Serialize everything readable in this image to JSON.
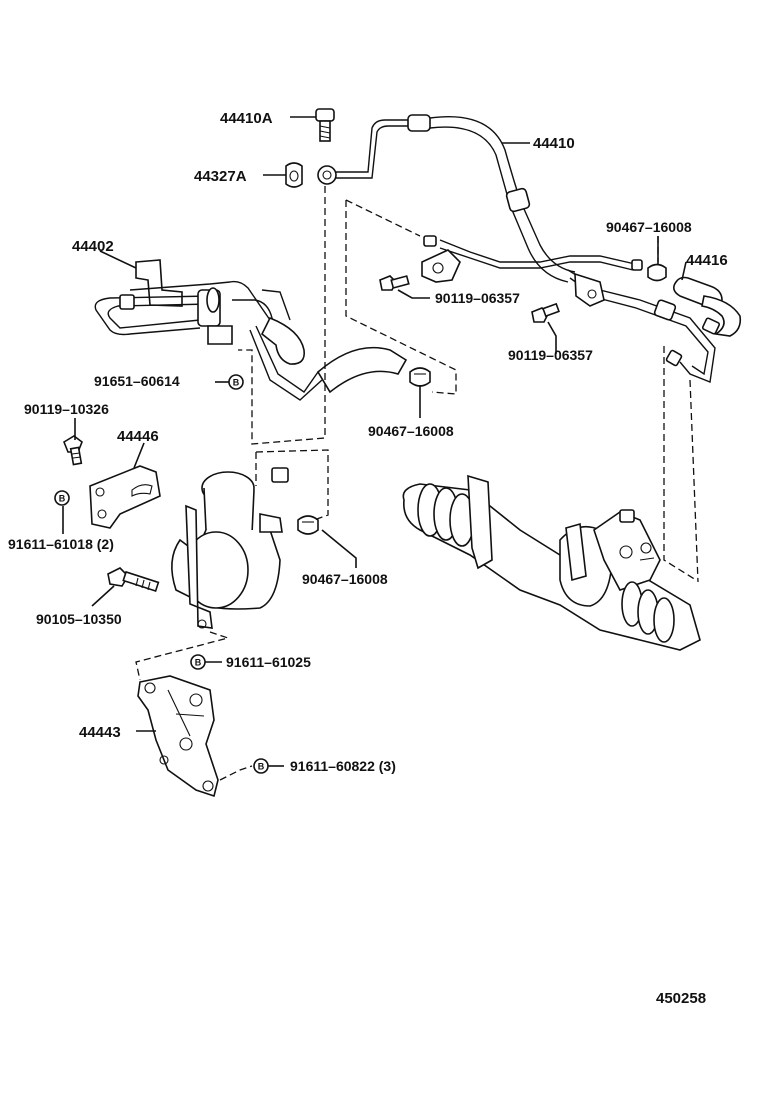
{
  "labels": {
    "p44410a": "44410A",
    "p44327a": "44327A",
    "p44410": "44410",
    "p44402": "44402",
    "p90467_a": "90467–16008",
    "p44416": "44416",
    "p90119_a": "90119–06357",
    "p90119_b": "90119–06357",
    "p91651": "91651–60614",
    "p90467_b": "90467–16008",
    "p90119_c": "90119–10326",
    "p44446": "44446",
    "p91611_a": "91611–61018 (2)",
    "p90467_c": "90467–16008",
    "p90105": "90105–10350",
    "p91611_b": "91611–61025",
    "p44443": "44443",
    "p91611_c": "91611–60822 (3)"
  },
  "bolt_marks": {
    "b1": "B",
    "b2": "B",
    "b3": "B",
    "b4": "B"
  },
  "diagram_id": "450258"
}
